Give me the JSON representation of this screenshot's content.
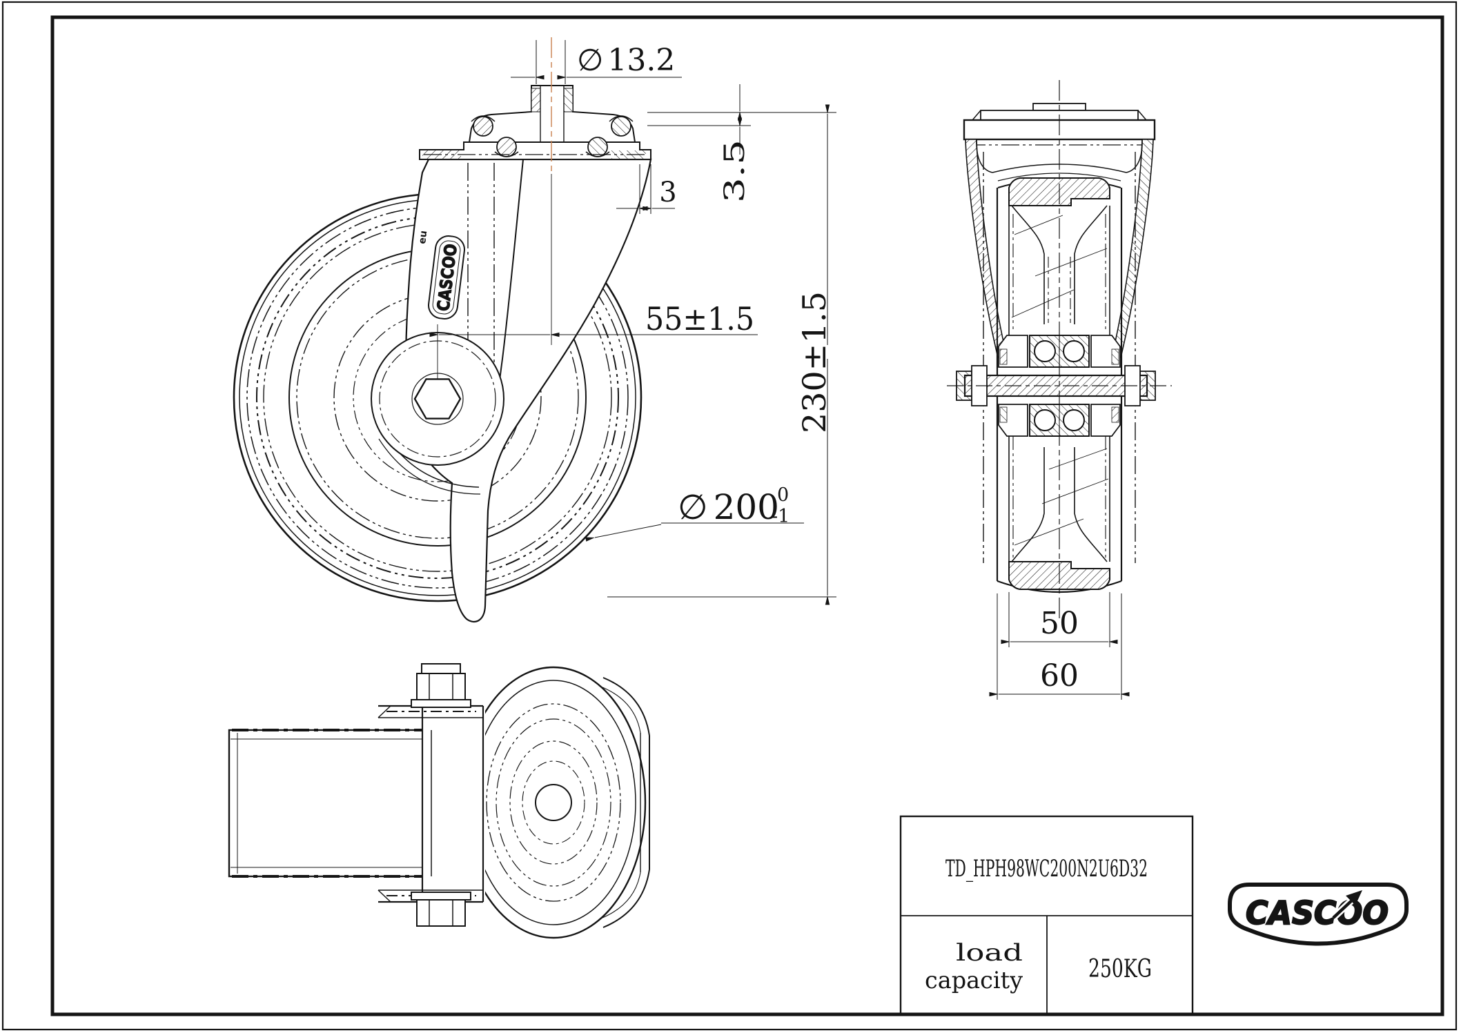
{
  "dimensions": {
    "dia_symbol": "∅",
    "bolt_hole": "13.2",
    "plate_edge": "3",
    "plate_thickness": "3.5",
    "swivel_offset": "55±1.5",
    "overall_height": "230±1.5",
    "wheel_dia": "200",
    "wheel_dia_tol_upper": "0",
    "wheel_dia_tol_lower": "-1",
    "tread_width": "50",
    "overall_width": "60"
  },
  "title_block": {
    "part_number": "TD_HPH98WC200N2U6D32",
    "load_label_line1": "load",
    "load_label_line2": "capacity",
    "load_value": "250KG"
  },
  "branding": {
    "badge_text": "CASCOO",
    "fork_marking": "CASCOO",
    "fork_marking_region": "eu"
  },
  "colors": {
    "ink": "#141414",
    "centerline_accent": "#c87f4e",
    "paper": "#ffffff"
  }
}
